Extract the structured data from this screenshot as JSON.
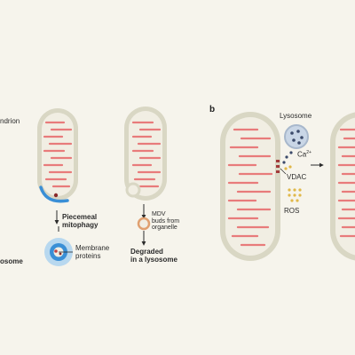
{
  "figure": {
    "panel_a": {
      "mitochondrion_label": "ndrion",
      "lysosome_label": "osome",
      "piecemeal_mitophagy": "Piecemeal\nmitophagy",
      "membrane_proteins": "Membrane\nproteins",
      "mdv_buds": "MDV\nbuds from\norganelle",
      "degraded": "Degraded\nin a lysosome"
    },
    "panel_b": {
      "panel_letter": "b",
      "lysosome": "Lysosome",
      "calcium_base": "Ca",
      "calcium_charge": "2+",
      "vdac": "VDAC",
      "ros": "ROS"
    },
    "colors": {
      "background": "#f6f4ec",
      "mito_membrane": "#d9d7c4",
      "mito_matrix": "#f1eee3",
      "cristae": "#e87b7b",
      "blue_accent": "#3a8fd6",
      "lysosome_fill": "#c9d6e6",
      "ros_dots": "#e0b84a",
      "text": "#2b2b2b"
    }
  }
}
